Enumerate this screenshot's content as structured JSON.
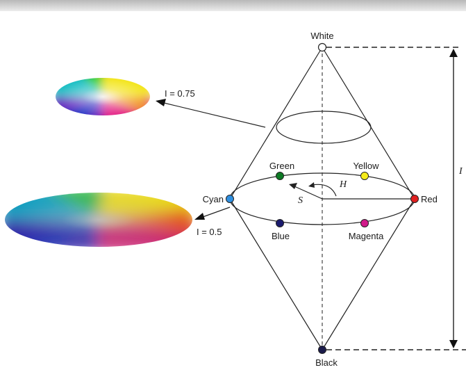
{
  "labels": {
    "white": "White",
    "black": "Black",
    "green": "Green",
    "yellow": "Yellow",
    "cyan": "Cyan",
    "red": "Red",
    "blue": "Blue",
    "magenta": "Magenta",
    "hue": "H",
    "saturation": "S",
    "intensity_075": "I = 0.75",
    "intensity_05": "I = 0.5",
    "intensity_axis": "I"
  },
  "colors": {
    "green": "#0d7a24",
    "yellow": "#f5ec1a",
    "cyan": "#2f8fe0",
    "red": "#e02020",
    "blue": "#1a1a6e",
    "magenta": "#d11a8a",
    "white": "#ffffff",
    "black": "#1a1a4a"
  }
}
